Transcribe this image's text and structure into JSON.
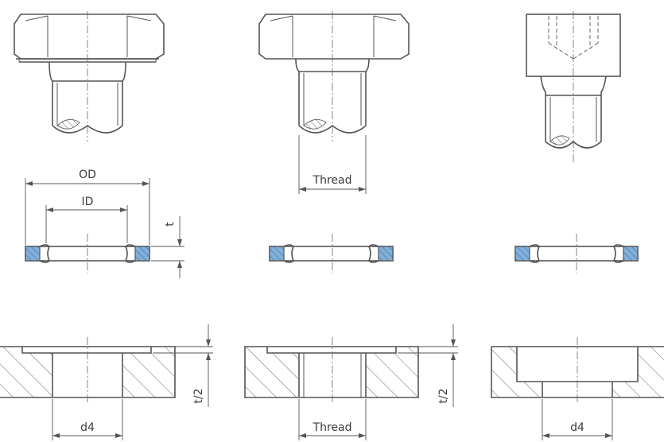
{
  "labels": {
    "od": "OD",
    "id": "ID",
    "t": "t",
    "thread_bolt": "Thread",
    "thread_hole": "Thread",
    "d4_left": "d4",
    "d4_right": "d4",
    "t_half_left": "t/2",
    "t_half_middle": "t/2"
  },
  "colors": {
    "line": "#555555",
    "seal": "#7fb0dd",
    "text": "#3c3c3c"
  }
}
